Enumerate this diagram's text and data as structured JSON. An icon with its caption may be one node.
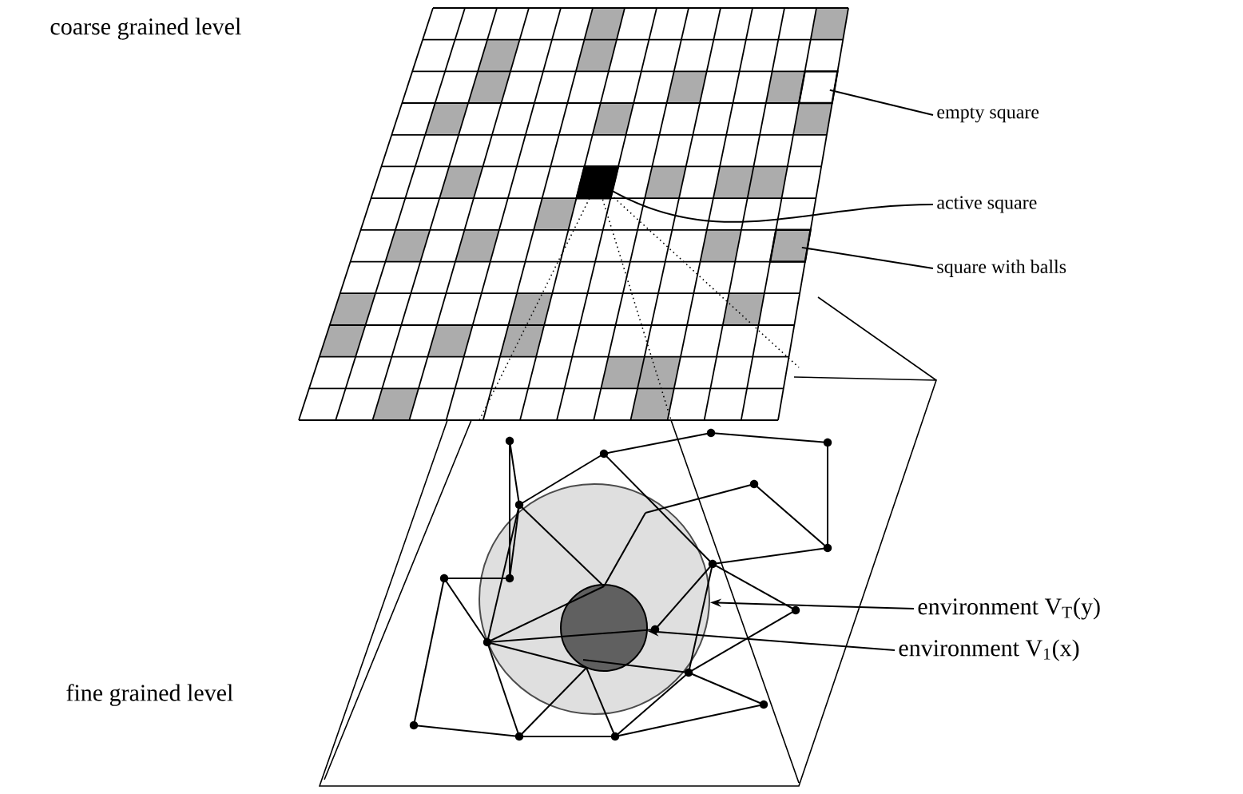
{
  "diagram": {
    "nodes": [
      {
        "text": [
          "empty square"
        ]
      },
      {
        "text": [],
        "shape": "box"
      },
      {
        "text": [
          "active square"
        ]
      },
      {
        "text": [],
        "shape": "box"
      },
      {
        "text": [
          "square with balls"
        ]
      },
      {
        "text": [],
        "shape": "box"
      },
      {
        "text": [
          "environment V$_{T}$(y)"
        ]
      },
      {
        "text": [],
        "shape": "circle"
      },
      {
        "text": [
          "environment V$_{1}$(x)"
        ]
      },
      {
        "text": [],
        "shape": "circle",
        "in": 7
      }
    ],
    "edges": [
      {
        "from": 0,
        "to": 1,
        "arrow": "none"
      },
      {
        "from": 2,
        "to": 3,
        "arrow": "none"
      },
      {
        "from": 4,
        "to": 5,
        "arrow": "none"
      },
      {
        "from": 6,
        "to": 7,
        "arrow": "to"
      },
      {
        "from": 8,
        "to": 9,
        "arrow": "to"
      }
    ],
    "labels": [
      "coarse grained level",
      "fine grained level"
    ]
  }
}
